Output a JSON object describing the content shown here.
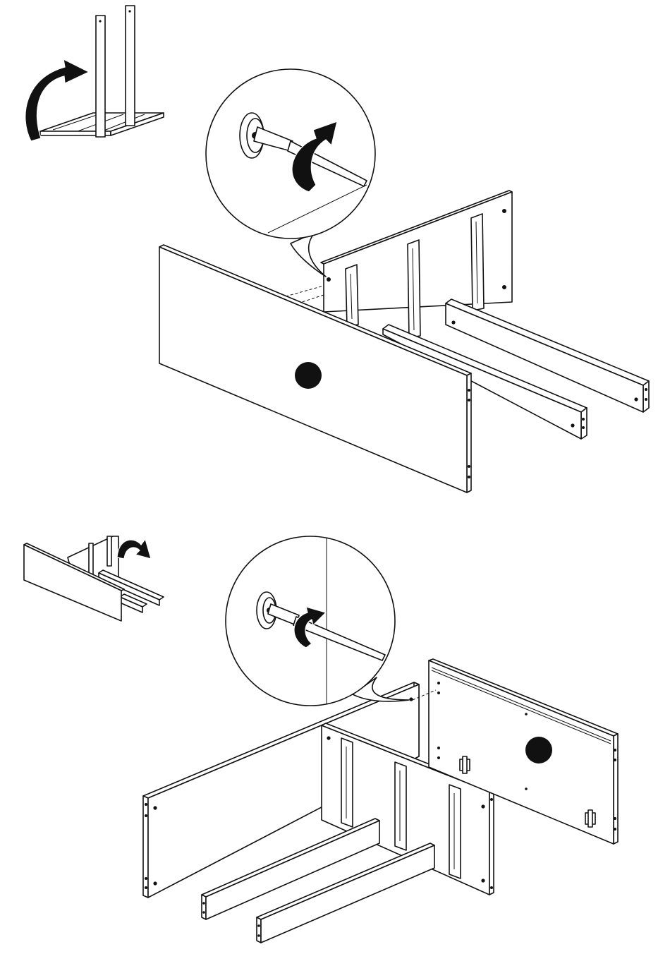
{
  "steps": [
    {
      "id": "step-upper",
      "rotation_hint": "rotate-up",
      "callout": "tighten-cam-lock",
      "marker": "black-dot"
    },
    {
      "id": "step-lower",
      "rotation_hint": "flip-right",
      "callout": "tighten-cam-lock",
      "marker": "black-dot"
    }
  ],
  "icons": [
    "rotate-arrow-icon",
    "screwdriver-icon",
    "cam-lock-icon",
    "drawer-slide-icon",
    "black-dot-marker"
  ],
  "colors": {
    "line": "#111111",
    "background": "#ffffff"
  }
}
